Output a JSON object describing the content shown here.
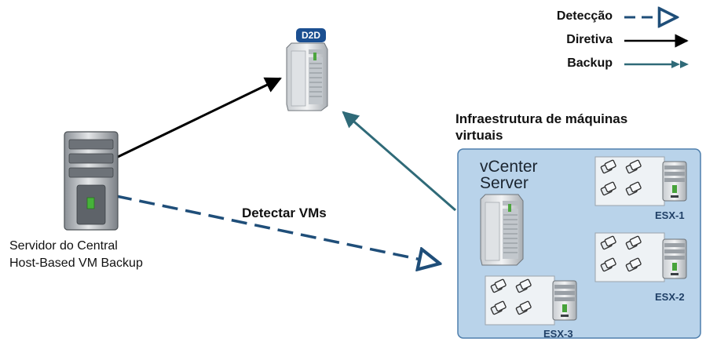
{
  "legend": {
    "detection": {
      "label": "Detecção"
    },
    "directive": {
      "label": "Diretiva"
    },
    "backup": {
      "label": "Backup"
    }
  },
  "colors": {
    "detection": "#1f4e79",
    "directive": "#000000",
    "backup": "#2f6a78",
    "infra_fill": "#b9d3ea",
    "infra_border": "#4f7fad",
    "badge": "#1b4f91"
  },
  "d2d": {
    "badge": "D2D",
    "icon": "server-icon"
  },
  "proxy_server": {
    "icon": "tower-server-icon",
    "label_line1": "Servidor do Central",
    "label_line2": "Host-Based VM Backup"
  },
  "detect_label": "Detectar VMs",
  "infrastructure": {
    "title_line1": "Infraestrutura de máquinas",
    "title_line2": "virtuais",
    "vcenter_line1": "vCenter",
    "vcenter_line2": "Server",
    "hosts": [
      {
        "label": "ESX-1"
      },
      {
        "label": "ESX-2"
      },
      {
        "label": "ESX-3"
      }
    ]
  }
}
